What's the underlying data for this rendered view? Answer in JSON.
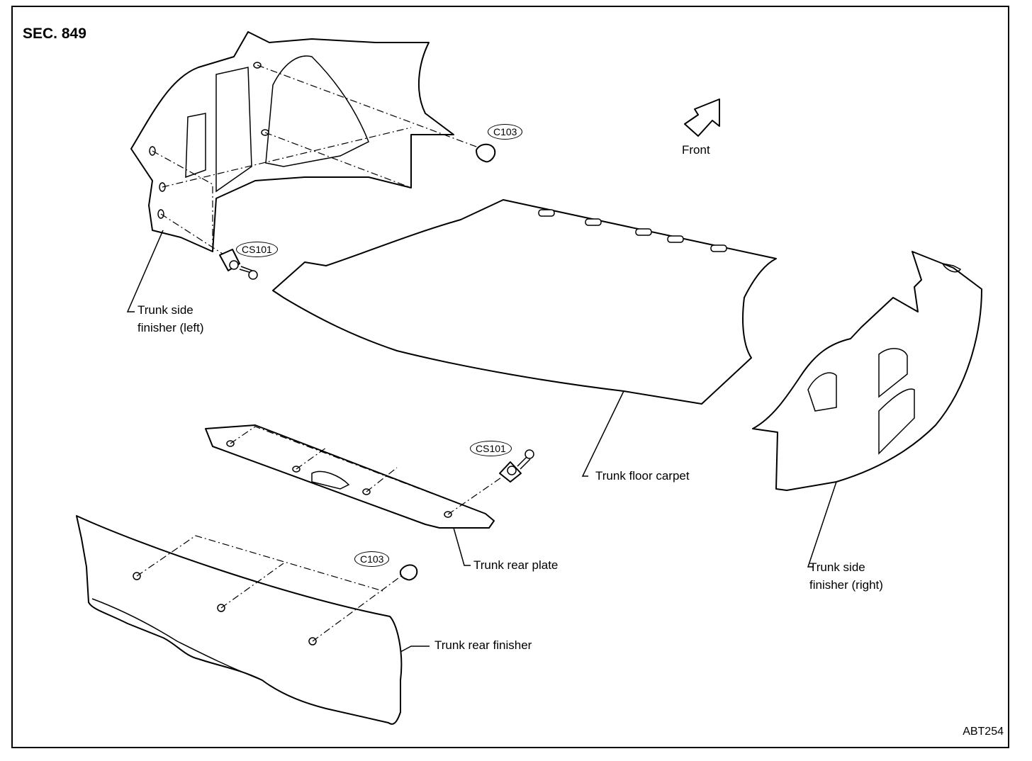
{
  "section": "SEC. 849",
  "figure_code": "ABT254",
  "direction": "Front",
  "callouts": {
    "c103_top": "C103",
    "cs101_left": "CS101",
    "cs101_plate": "CS101",
    "c103_bottom": "C103"
  },
  "labels": {
    "side_left_1": "Trunk side",
    "side_left_2": "finisher (left)",
    "floor_carpet": "Trunk floor carpet",
    "side_right_1": "Trunk side",
    "side_right_2": "finisher (right)",
    "rear_plate": "Trunk rear plate",
    "rear_finisher": "Trunk rear finisher"
  }
}
